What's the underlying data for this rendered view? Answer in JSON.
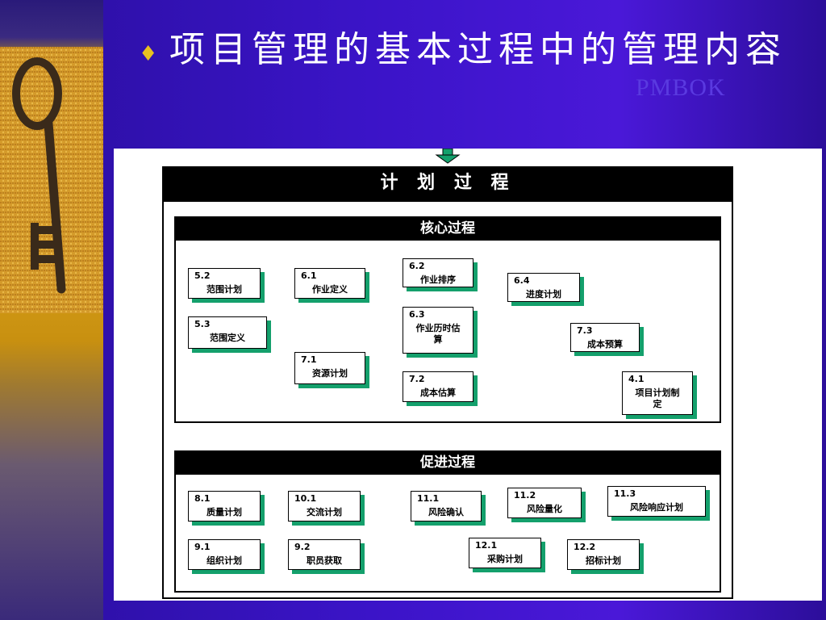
{
  "title": {
    "bullet": "♦",
    "text": "项目管理的基本过程中的管理内容"
  },
  "watermark": "PMBOK",
  "planning": {
    "header": "计 划 过 程",
    "core": {
      "header": "核心过程",
      "boxes": [
        {
          "id": "5.2",
          "num": "5.2",
          "label": "范围计划"
        },
        {
          "id": "5.3",
          "num": "5.3",
          "label": "范围定义"
        },
        {
          "id": "6.1",
          "num": "6.1",
          "label": "作业定义"
        },
        {
          "id": "6.2",
          "num": "6.2",
          "label": "作业排序"
        },
        {
          "id": "6.3",
          "num": "6.3",
          "label": "作业历时估算"
        },
        {
          "id": "7.1",
          "num": "7.1",
          "label": "资源计划"
        },
        {
          "id": "7.2",
          "num": "7.2",
          "label": "成本估算"
        },
        {
          "id": "6.4",
          "num": "6.4",
          "label": "进度计划"
        },
        {
          "id": "7.3",
          "num": "7.3",
          "label": "成本预算"
        },
        {
          "id": "4.1",
          "num": "4.1",
          "label": "项目计划制定"
        }
      ]
    },
    "facilitating": {
      "header": "促进过程",
      "boxes": [
        {
          "id": "8.1",
          "num": "8.1",
          "label": "质量计划"
        },
        {
          "id": "10.1",
          "num": "10.1",
          "label": "交流计划"
        },
        {
          "id": "11.1",
          "num": "11.1",
          "label": "风险确认"
        },
        {
          "id": "11.2",
          "num": "11.2",
          "label": "风险量化"
        },
        {
          "id": "11.3",
          "num": "11.3",
          "label": "风险响应计划"
        },
        {
          "id": "9.1",
          "num": "9.1",
          "label": "组织计划"
        },
        {
          "id": "9.2",
          "num": "9.2",
          "label": "职员获取"
        },
        {
          "id": "12.1",
          "num": "12.1",
          "label": "采购计划"
        },
        {
          "id": "12.2",
          "num": "12.2",
          "label": "招标计划"
        }
      ]
    }
  },
  "colors": {
    "accent": "#14a06c",
    "bullet": "#e8c020"
  }
}
